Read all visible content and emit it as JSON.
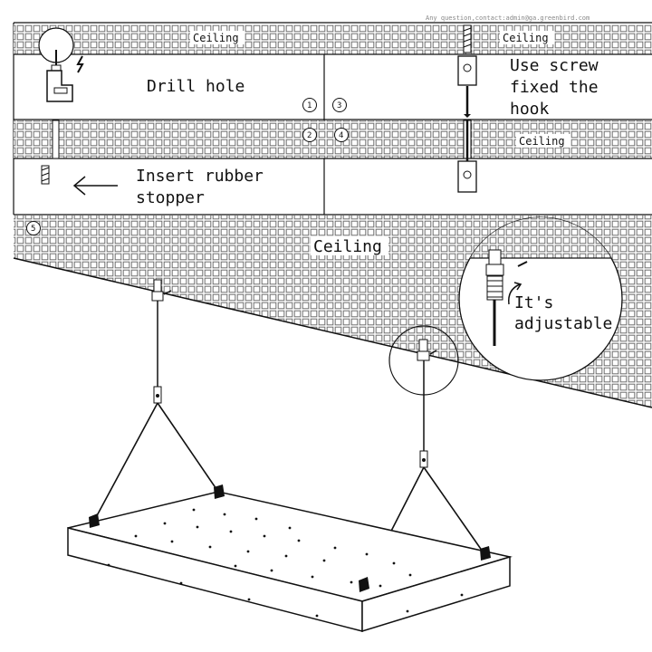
{
  "header_note": "Any question,contact:admin@ga.greenbird.com",
  "steps": {
    "drill": {
      "number": "1",
      "label": "Drill hole",
      "ceiling": "Ceiling"
    },
    "rubber": {
      "number": "2",
      "label_line1": "Insert rubber",
      "label_line2": "stopper"
    },
    "screw": {
      "number": "3",
      "label_line1": "Use screw",
      "label_line2": "fixed the",
      "label_line3": "hook",
      "ceiling": "Ceiling"
    },
    "fixed": {
      "number": "4",
      "ceiling": "Ceiling"
    },
    "hang": {
      "number": "5",
      "ceiling": "Ceiling",
      "detail_line1": "It's",
      "detail_line2": "adjustable"
    }
  },
  "colors": {
    "line": "#111111",
    "grid": "#6f6f6f",
    "background": "#ffffff"
  },
  "icons": [
    "drill-icon",
    "lightning-icon",
    "arrow-left-icon",
    "rubber-stopper-icon",
    "screw-icon",
    "hook-icon",
    "adjust-arrow-icon",
    "magnifier-circle"
  ]
}
